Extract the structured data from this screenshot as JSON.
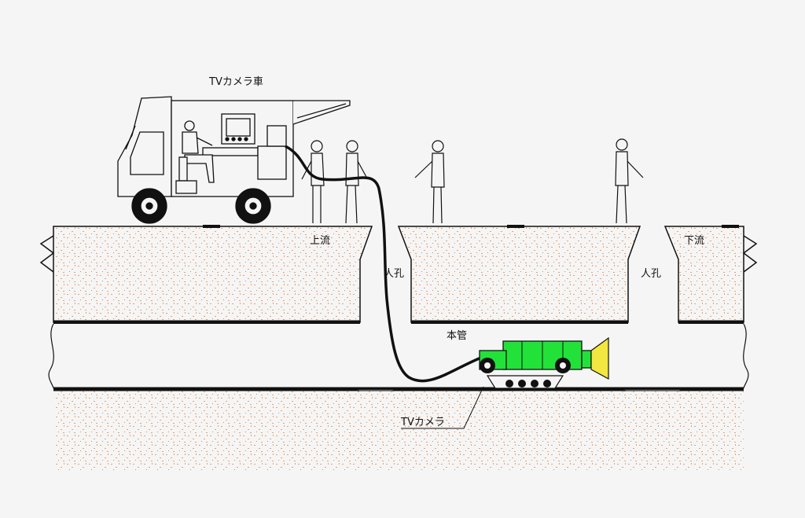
{
  "labels": {
    "truck": "TVカメラ車",
    "upstream": "上流",
    "manhole_1": "人孔",
    "manhole_2": "人孔",
    "downstream": "下流",
    "main_pipe": "本管",
    "camera": "TVカメラ"
  },
  "colors": {
    "background": "#f5f5f5",
    "soil_dots": "#e8a070",
    "camera_body": "#22e23a",
    "camera_light": "#f2e641",
    "line": "#111111"
  }
}
